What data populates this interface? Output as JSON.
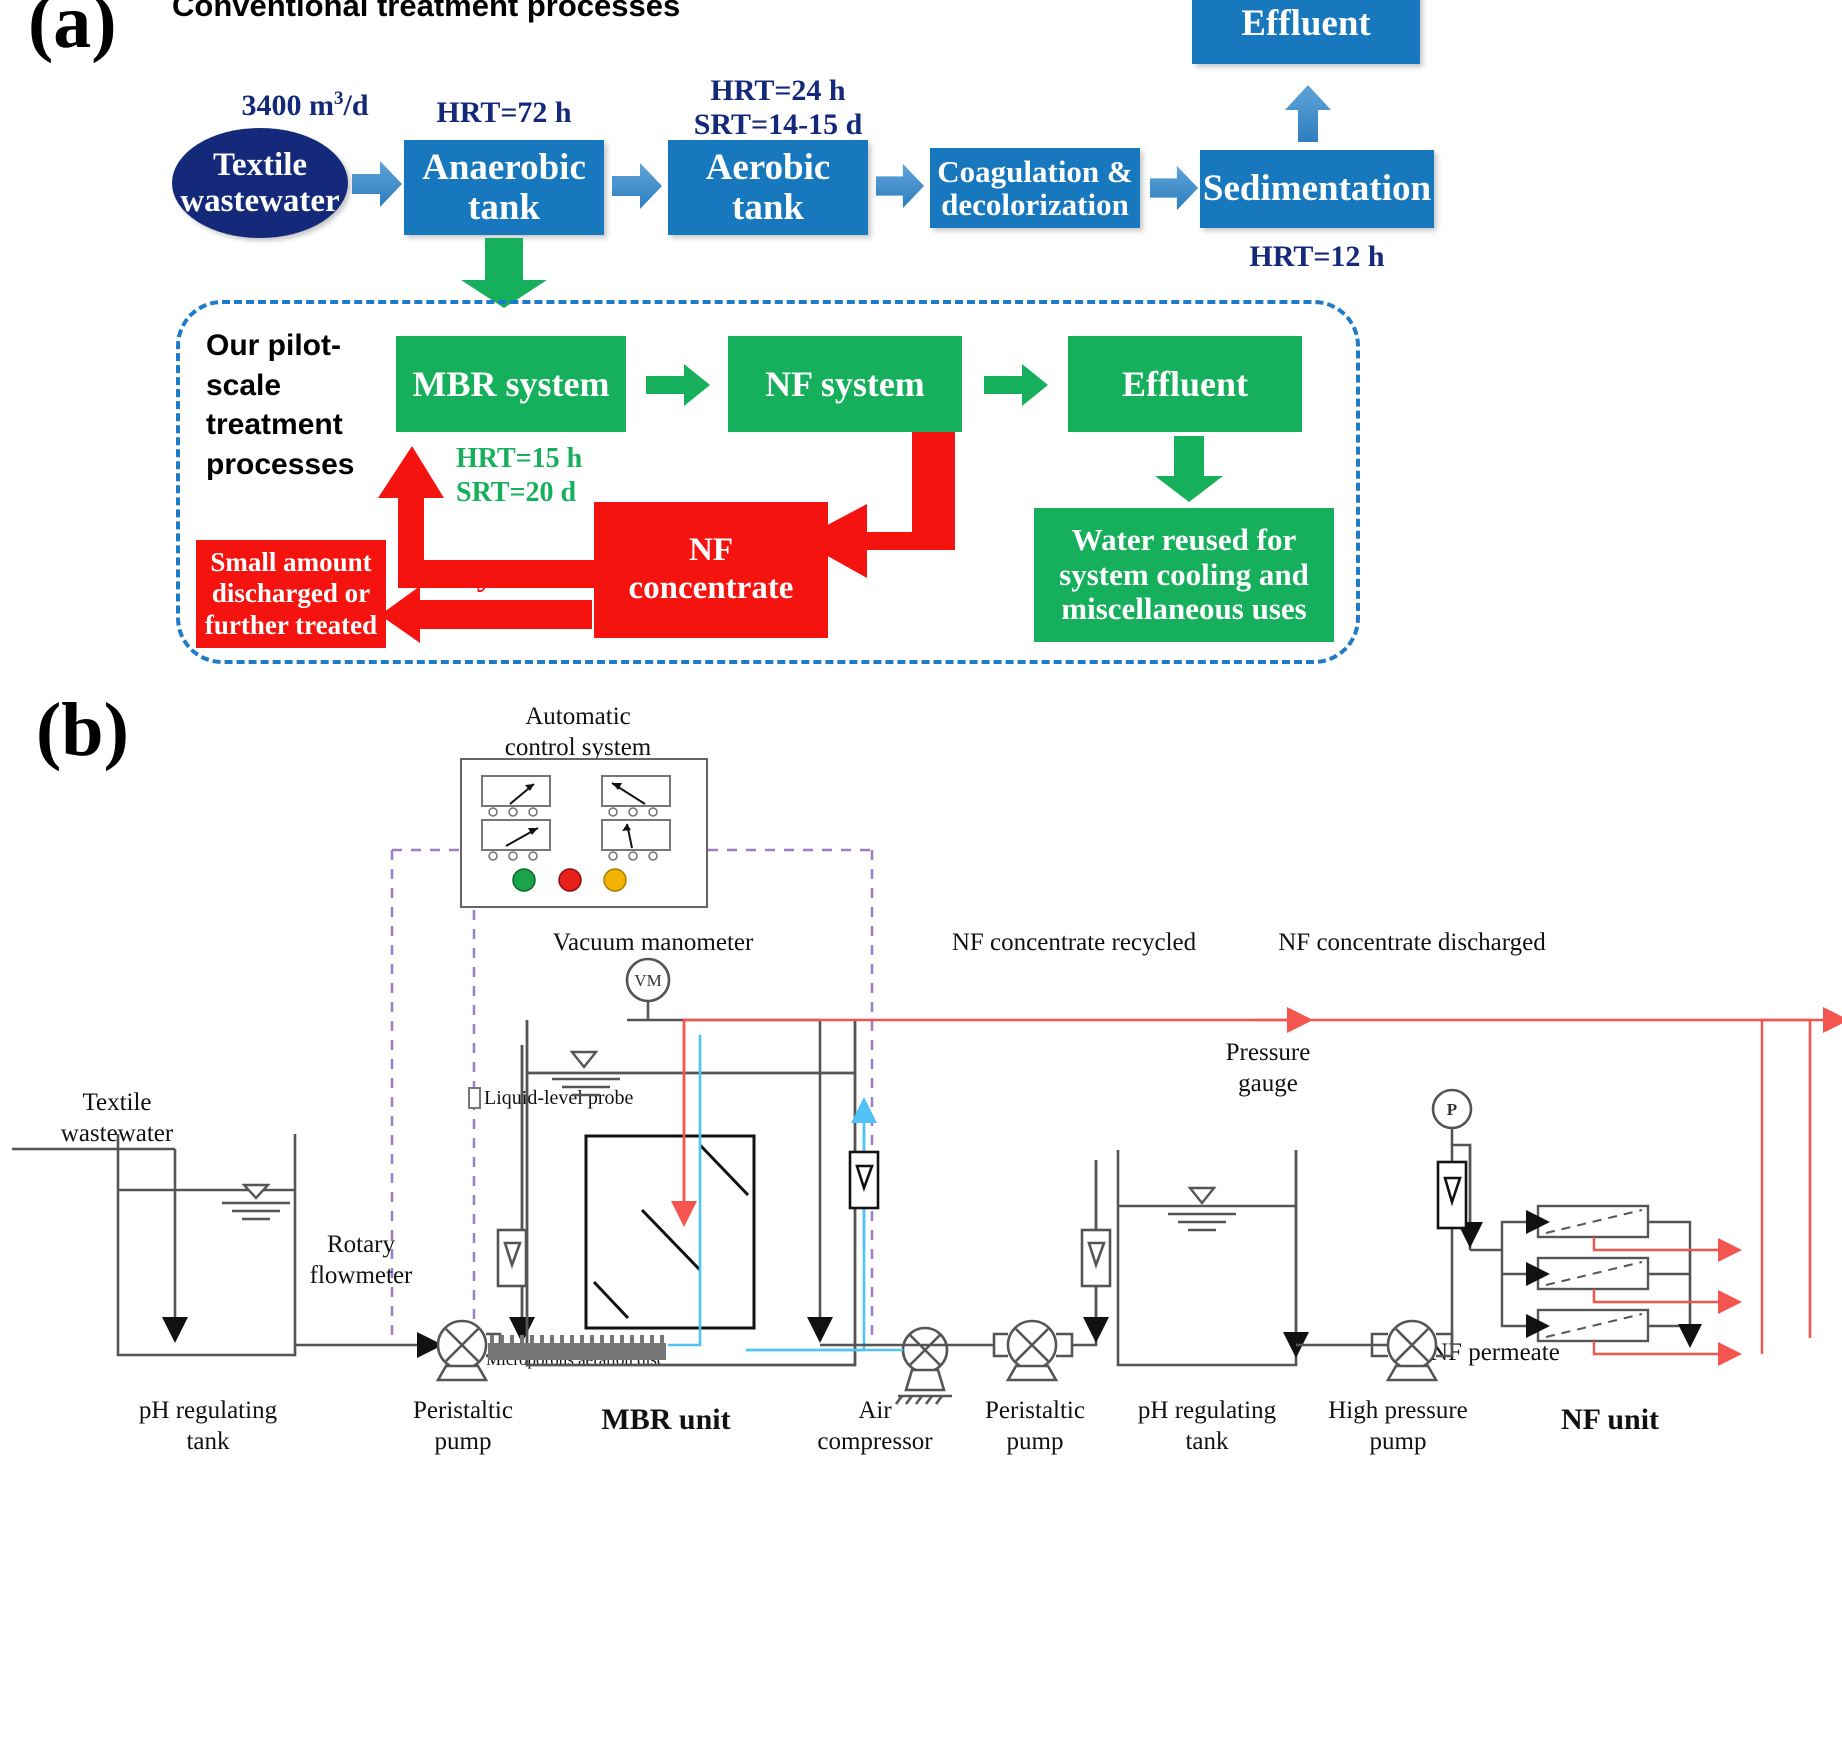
{
  "figure": {
    "panel_a_letter": "(a)",
    "panel_b_letter": "(b)"
  },
  "panel_a": {
    "title": "Conventional treatment processes",
    "pilot_label": "Our pilot-scale treatment processes",
    "conventional": {
      "source": {
        "label": "Textile wastewater",
        "annotation": "3400 m3/d"
      },
      "steps": [
        {
          "label": "Anaerobic tank",
          "annotation": "HRT=72 h"
        },
        {
          "label": "Aerobic tank",
          "annotation": "HRT=24 h\nSRT=14-15 d"
        },
        {
          "label": "Coagulation & decolorization",
          "annotation": ""
        },
        {
          "label": "Sedimentation",
          "annotation": "HRT=12 h"
        }
      ],
      "effluent": "Effluent",
      "anaerobic_line1": "Anaerobic",
      "anaerobic_line2": "tank",
      "aerobic_line1": "Aerobic",
      "aerobic_line2": "tank",
      "coag_line1": "Coagulation &",
      "coag_line2": "decolorization",
      "hrt_72": "HRT=72 h",
      "hrt_24": "HRT=24 h",
      "srt_14_15": "SRT=14-15 d",
      "hrt_12": "HRT=12 h",
      "flow_rate": "3400 m",
      "flow_rate_sup": "3",
      "flow_rate_tail": "/d",
      "source_line1": "Textile",
      "source_line2": "wastewater"
    },
    "pilot": {
      "mbr": "MBR system",
      "nf": "NF system",
      "effluent": "Effluent",
      "hrt_15": "HRT=15 h",
      "srt_20": "SRT=20 d",
      "water_reuse_l1": "Water reused for",
      "water_reuse_l2": "system cooling and",
      "water_reuse_l3": "miscellaneous uses",
      "nf_conc_l1": "NF",
      "nf_conc_l2": "concentrate",
      "recycled": "Recycled",
      "small_l1": "Small amount",
      "small_l2": "discharged or",
      "small_l3": "further treated"
    },
    "colors": {
      "blue": "#1878BE",
      "navy": "#14297A",
      "green": "#16B05C",
      "red": "#F5130F",
      "dashed_border": "#1E7BC8"
    }
  },
  "panel_b": {
    "labels": {
      "automatic_control_l1": "Automatic",
      "automatic_control_l2": "control system",
      "vacuum_manometer": "Vacuum manometer",
      "vm_gauge": "VM",
      "p_gauge": "P",
      "nf_conc_recycled": "NF concentrate recycled",
      "nf_conc_discharged": "NF concentrate discharged",
      "pressure_gauge_l1": "Pressure",
      "pressure_gauge_l2": "gauge",
      "textile_wastewater_l1": "Textile",
      "textile_wastewater_l2": "wastewater",
      "rotary_flowmeter_l1": "Rotary",
      "rotary_flowmeter_l2": "flowmeter",
      "liquid_level_probe": "Liquid-level probe",
      "microporous_disc": "Microporous aeration disc",
      "nf_permeate": "NF permeate"
    },
    "bottom_labels": [
      {
        "line1": "pH regulating",
        "line2": "tank",
        "bold": false
      },
      {
        "line1": "Peristaltic",
        "line2": "pump",
        "bold": false
      },
      {
        "line1": "MBR unit",
        "line2": "",
        "bold": true
      },
      {
        "line1": "Air",
        "line2": "compressor",
        "bold": false
      },
      {
        "line1": "Peristaltic",
        "line2": "pump",
        "bold": false
      },
      {
        "line1": "pH regulating",
        "line2": "tank",
        "bold": false
      },
      {
        "line1": "High pressure",
        "line2": "pump",
        "bold": false
      },
      {
        "line1": "NF unit",
        "line2": "",
        "bold": true
      }
    ],
    "indicator_lights": [
      {
        "name": "green-light",
        "color": "#1BA34A"
      },
      {
        "name": "red-light",
        "color": "#E8201B"
      },
      {
        "name": "amber-light",
        "color": "#F2B200"
      }
    ],
    "colors": {
      "line": "#555555",
      "red_flow": "#F4564F",
      "blue_air": "#4FC3F7",
      "purple_signal": "#9B7FC4",
      "aeration_grey": "#767676"
    }
  }
}
